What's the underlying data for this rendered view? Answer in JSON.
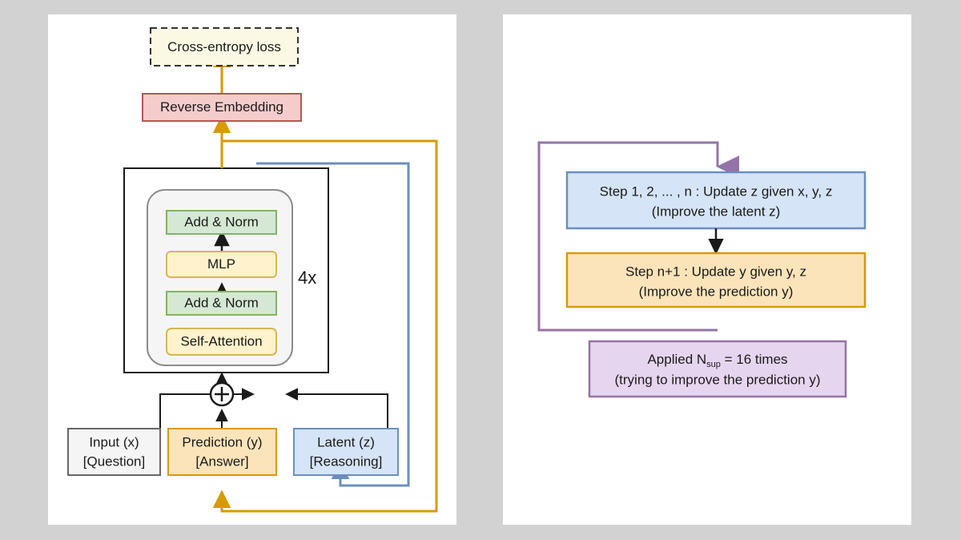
{
  "figure": {
    "background": "#d2d2d2",
    "panel_background": "#ffffff"
  },
  "left_panel": {
    "name": "model-architecture",
    "nodes": {
      "loss": {
        "label": "Cross-entropy loss",
        "fill": "#fbf8e3",
        "stroke": "#333333",
        "dashed": true
      },
      "reverse_embedding": {
        "label": "Reverse Embedding",
        "fill": "#f5cccc",
        "stroke": "#b85450"
      },
      "add_norm_top": {
        "label": "Add & Norm",
        "fill": "#d5e8d4",
        "stroke": "#82b366"
      },
      "mlp": {
        "label": "MLP",
        "fill": "#fff2cc",
        "stroke": "#d6b656"
      },
      "add_norm_bottom": {
        "label": "Add & Norm",
        "fill": "#d5e8d4",
        "stroke": "#82b366"
      },
      "self_attention": {
        "label": "Self-Attention",
        "fill": "#fff2cc",
        "stroke": "#d6b656"
      },
      "repeat": {
        "label": "4x"
      },
      "sum": {
        "label": "+"
      },
      "input": {
        "line1": "Input (x)",
        "line2": "[Question]",
        "fill": "#f5f5f5",
        "stroke": "#666666"
      },
      "prediction": {
        "line1": "Prediction (y)",
        "line2": "[Answer]",
        "fill": "#fce4ba",
        "stroke": "#d79b00"
      },
      "latent": {
        "line1": "Latent (z)",
        "line2": "[Reasoning]",
        "fill": "#d5e4f7",
        "stroke": "#6c8ebf"
      }
    },
    "wires": {
      "gold": "#d79b00",
      "blue": "#6c8ebf",
      "black": "#1a1a1a"
    }
  },
  "right_panel": {
    "name": "recurrent-supervision-loop",
    "nodes": {
      "step_z": {
        "line1": "Step 1, 2, ... , n : Update z given x, y, z",
        "line2": "(Improve the latent z)",
        "fill": "#d5e4f7",
        "stroke": "#6c8ebf"
      },
      "step_y": {
        "line1": "Step n+1 : Update y given y, z",
        "line2": "(Improve the prediction y)",
        "fill": "#fce4ba",
        "stroke": "#d79b00"
      },
      "applied": {
        "line1_a": "Applied N",
        "line1_sub": "sup",
        "line1_b": " = 16 times",
        "line2": "(trying to improve the prediction y)",
        "fill": "#e6d5ef",
        "stroke": "#9673a6"
      }
    },
    "wires": {
      "purple": "#9673a6",
      "black": "#1a1a1a"
    }
  }
}
